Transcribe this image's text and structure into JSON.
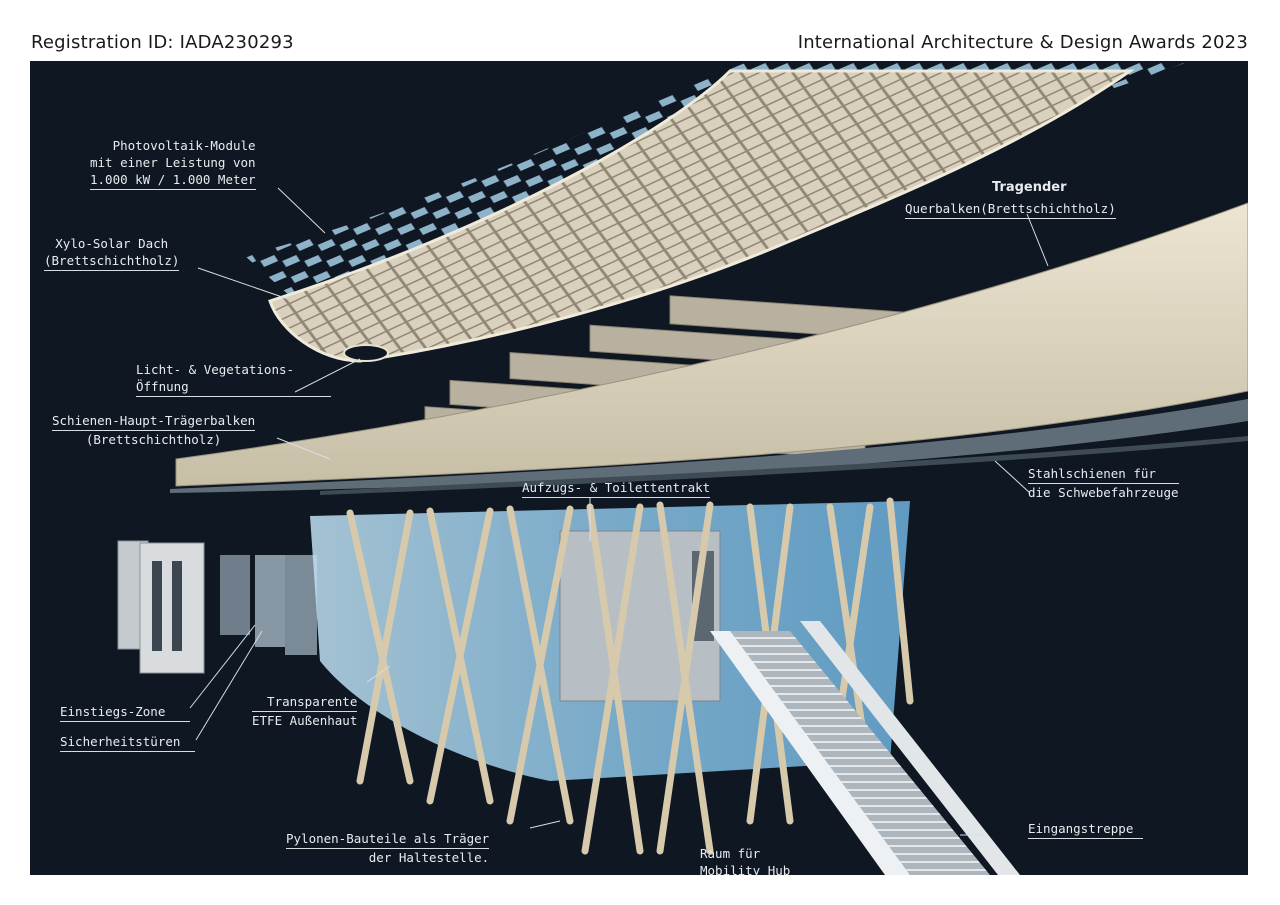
{
  "header": {
    "registration": "Registration ID:  IADA230293",
    "award": "International Architecture & Design Awards 2023"
  },
  "labels": {
    "pv_line1": "Photovoltaik-Module",
    "pv_line2": "mit einer Leistung von",
    "pv_line3": "1.000 kW / 1.000 Meter",
    "xylo_line1": "Xylo-Solar Dach",
    "xylo_line2": "(Brettschichtholz)",
    "tragender": "Tragender",
    "querbalken": "Querbalken(Brettschichtholz)",
    "licht_line1": "Licht- & Vegetations-",
    "licht_line2": "Öffnung",
    "schienen_line1": "Schienen-Haupt-Trägerbalken",
    "schienen_line2": "(Brettschichtholz)",
    "stahl_line1": "Stahlschienen für",
    "stahl_line2": "die Schwebefahrzeuge",
    "aufzug": "Aufzugs- & Toilettentrakt",
    "einstieg": "Einstiegs-Zone",
    "sicherheit": "Sicherheitstüren",
    "etfe_line1": "Transparente",
    "etfe_line2": "ETFE Außenhaut",
    "pylonen_line1": "Pylonen-Bauteile als Träger",
    "pylonen_line2": "der Haltestelle.",
    "raum_line1": "Raum für",
    "raum_line2": "Mobility Hub",
    "treppe": "Eingangstreppe"
  }
}
